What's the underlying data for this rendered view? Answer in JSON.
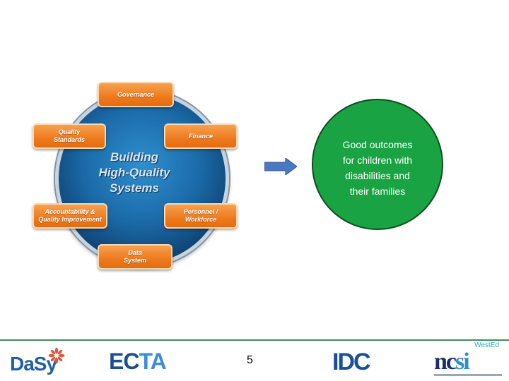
{
  "diagram": {
    "center_title": [
      "Building",
      "High-Quality",
      "Systems"
    ],
    "components": {
      "governance": [
        "Governance"
      ],
      "quality_standards": [
        "Quality",
        "Standards"
      ],
      "finance": [
        "Finance"
      ],
      "accountability": [
        "Accountability &",
        "Quality Improvement"
      ],
      "personnel": [
        "Personnel /",
        "Workforce"
      ],
      "data_system": [
        "Data",
        "System"
      ]
    },
    "outcome": [
      "Good outcomes",
      "for children with",
      "disabilities and",
      "their families"
    ]
  },
  "colors": {
    "component_orange": "#ee7a1e",
    "outcome_green": "#1aa343",
    "ring_blue": "#1b6aa8",
    "arrow_blue": "#4a78c2"
  },
  "footer": {
    "page_number": "5",
    "logos": {
      "dasy": "DaSy",
      "ecta_left": "EC",
      "ecta_right": "TA",
      "idc": "IDC",
      "ncsi_wested": "WestEd",
      "ncsi_left": "nc",
      "ncsi_right": "si"
    }
  }
}
